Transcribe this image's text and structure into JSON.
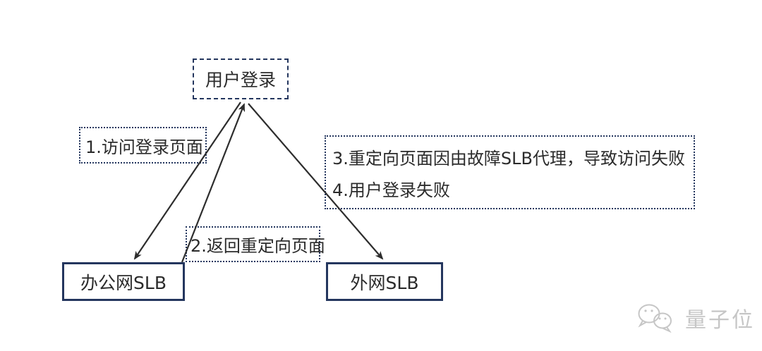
{
  "diagram": {
    "nodes": {
      "user_login": {
        "label": "用户登录"
      },
      "office_slb": {
        "label": "办公网SLB"
      },
      "external_slb": {
        "label": "外网SLB"
      }
    },
    "steps": {
      "step1": {
        "label": "1.访问登录页面"
      },
      "step2": {
        "label": "2.返回重定向页面"
      },
      "step3": {
        "label": "3.重定向页面因由故障SLB代理，导致访问失败"
      },
      "step4": {
        "label": "4.用户登录失败"
      }
    },
    "arrows": [
      {
        "name": "login-request",
        "from": "user_login",
        "to": "office_slb",
        "step": "1"
      },
      {
        "name": "redirect-response",
        "from": "office_slb",
        "to": "user_login",
        "step": "2"
      },
      {
        "name": "redirect-to-external",
        "from": "user_login",
        "to": "external_slb",
        "step": "3-4"
      }
    ],
    "colors": {
      "border": "#24365e",
      "arrow": "#2d2d2d",
      "text": "#2b2b2b",
      "background": "#ffffff",
      "watermark": "#c6c6c6"
    }
  },
  "watermark": {
    "label": "量子位",
    "icon": "wechat-bubbles-icon"
  }
}
